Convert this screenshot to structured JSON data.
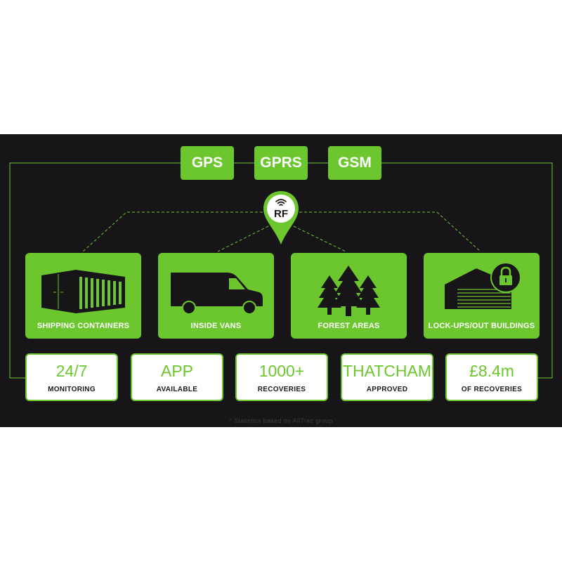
{
  "technologies": [
    "GPS",
    "GPRS",
    "GSM"
  ],
  "rf_label": "RF",
  "locations": [
    {
      "label": "SHIPPING CONTAINERS",
      "icon": "shipping-container-icon"
    },
    {
      "label": "INSIDE VANS",
      "icon": "van-icon"
    },
    {
      "label": "FOREST AREAS",
      "icon": "forest-icon"
    },
    {
      "label": "LOCK-UPS/OUT BUILDINGS",
      "icon": "garage-lock-icon"
    }
  ],
  "stats": [
    {
      "value": "24/7",
      "caption": "MONITORING"
    },
    {
      "value": "APP",
      "caption": "AVAILABLE"
    },
    {
      "value": "1000+",
      "caption": "RECOVERIES"
    },
    {
      "value": "THATCHAM",
      "caption": "APPROVED"
    },
    {
      "value": "£8.4m",
      "caption": "OF RECOVERIES"
    }
  ],
  "footnote": "* Statistics based on AllTrac group",
  "colors": {
    "accent": "#6cc72e",
    "background": "#171517",
    "page": "#ffffff"
  }
}
